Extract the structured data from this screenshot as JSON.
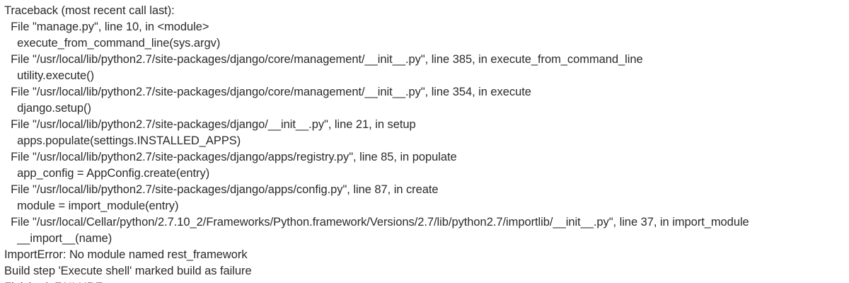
{
  "console": {
    "name": "jenkins-console-output",
    "background_color": "#ffffff",
    "text_color": "#2b2b2b",
    "lines": [
      "Traceback (most recent call last):",
      "  File \"manage.py\", line 10, in <module>",
      "    execute_from_command_line(sys.argv)",
      "  File \"/usr/local/lib/python2.7/site-packages/django/core/management/__init__.py\", line 385, in execute_from_command_line",
      "    utility.execute()",
      "  File \"/usr/local/lib/python2.7/site-packages/django/core/management/__init__.py\", line 354, in execute",
      "    django.setup()",
      "  File \"/usr/local/lib/python2.7/site-packages/django/__init__.py\", line 21, in setup",
      "    apps.populate(settings.INSTALLED_APPS)",
      "  File \"/usr/local/lib/python2.7/site-packages/django/apps/registry.py\", line 85, in populate",
      "    app_config = AppConfig.create(entry)",
      "  File \"/usr/local/lib/python2.7/site-packages/django/apps/config.py\", line 87, in create",
      "    module = import_module(entry)",
      "  File \"/usr/local/Cellar/python/2.7.10_2/Frameworks/Python.framework/Versions/2.7/lib/python2.7/importlib/__init__.py\", line 37, in import_module",
      "    __import__(name)",
      "ImportError: No module named rest_framework",
      "Build step 'Execute shell' marked build as failure",
      "Finished: FAILURE"
    ]
  }
}
